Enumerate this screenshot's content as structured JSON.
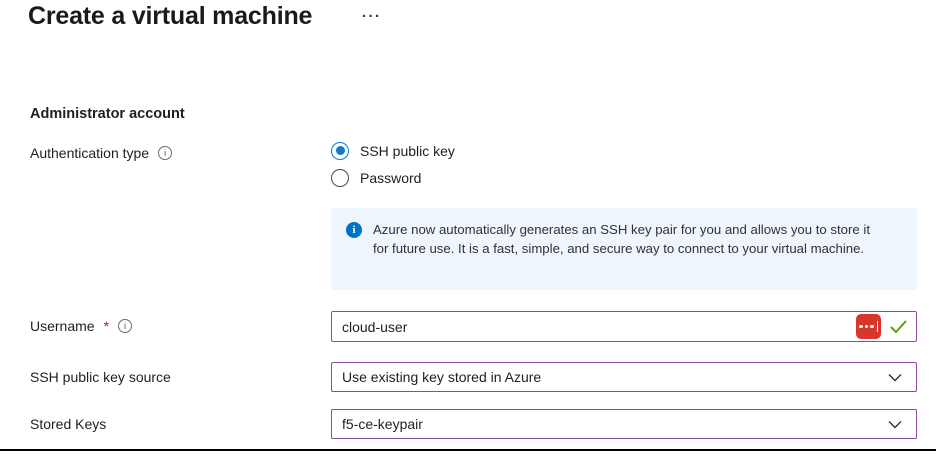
{
  "page": {
    "title": "Create a virtual machine"
  },
  "icons": {
    "more_options": "···",
    "info_small": "i",
    "info_badge": "i"
  },
  "section": {
    "title": "Administrator account"
  },
  "form": {
    "auth_type": {
      "label": "Authentication type",
      "options": [
        {
          "label": "SSH public key",
          "selected": true
        },
        {
          "label": "Password",
          "selected": false
        }
      ]
    },
    "info_box": {
      "text": "Azure now automatically generates an SSH key pair for you and allows you to store it for future use. It is a fast, simple, and secure way to connect to your virtual machine."
    },
    "username": {
      "label": "Username",
      "required_marker": "*",
      "value": "cloud-user"
    },
    "ssh_key_source": {
      "label": "SSH public key source",
      "value": "Use existing key stored in Azure"
    },
    "stored_keys": {
      "label": "Stored Keys",
      "value": "f5-ce-keypair"
    }
  },
  "colors": {
    "accent_blue": "#0f7ad0",
    "info_badge_blue": "#0072c6",
    "input_border_purple": "#8c4a9c",
    "info_box_bg": "#eff5fc",
    "required_red": "#a4262c",
    "password_manager_red": "#d9352c",
    "valid_green": "#57a300",
    "footer_line": "#000000"
  }
}
